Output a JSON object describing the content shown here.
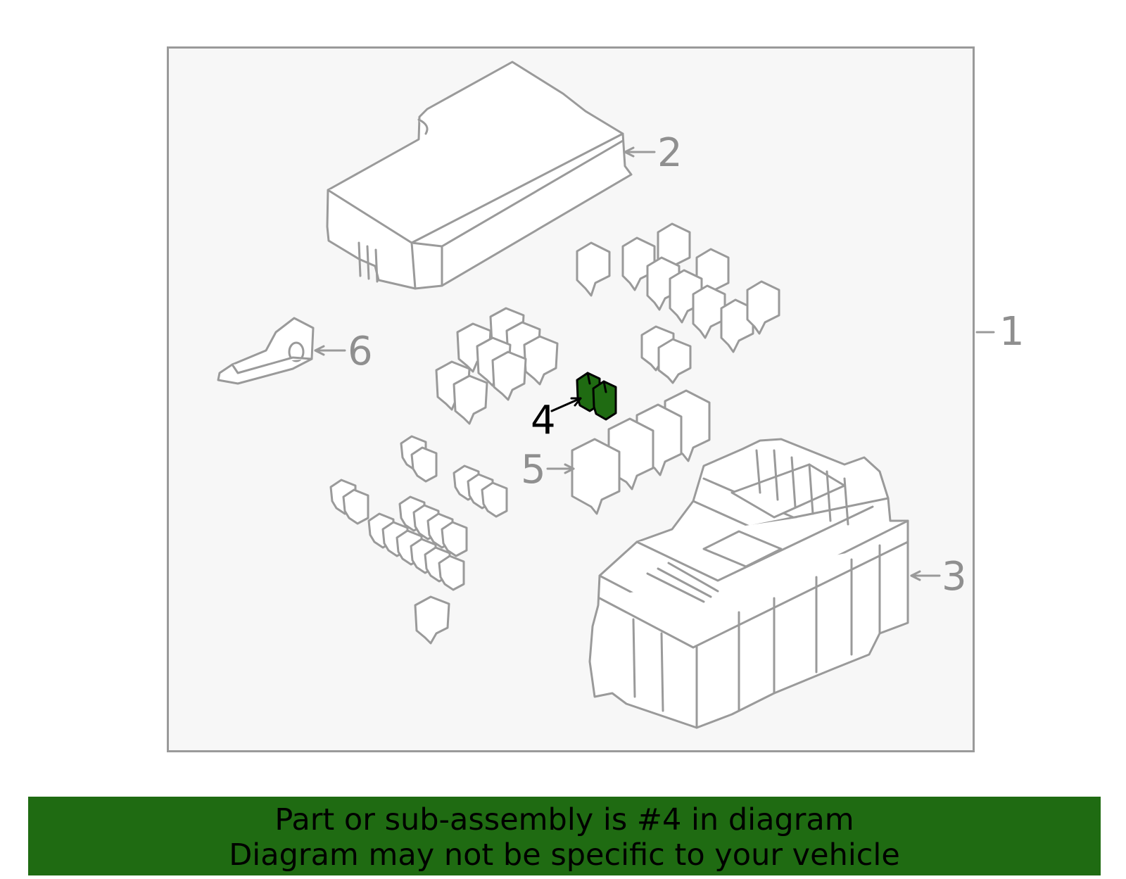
{
  "diagram": {
    "stroke_color": "#9a9a9a",
    "highlight_color": "#1f6b12",
    "callouts": [
      {
        "id": "1",
        "label": "1"
      },
      {
        "id": "2",
        "label": "2"
      },
      {
        "id": "3",
        "label": "3"
      },
      {
        "id": "4",
        "label": "4",
        "highlighted": true
      },
      {
        "id": "5",
        "label": "5"
      },
      {
        "id": "6",
        "label": "6"
      }
    ]
  },
  "banner": {
    "background": "#1f6b12",
    "line1": "Part or sub-assembly is #4 in diagram",
    "line2": "Diagram may not be specific to your vehicle"
  }
}
